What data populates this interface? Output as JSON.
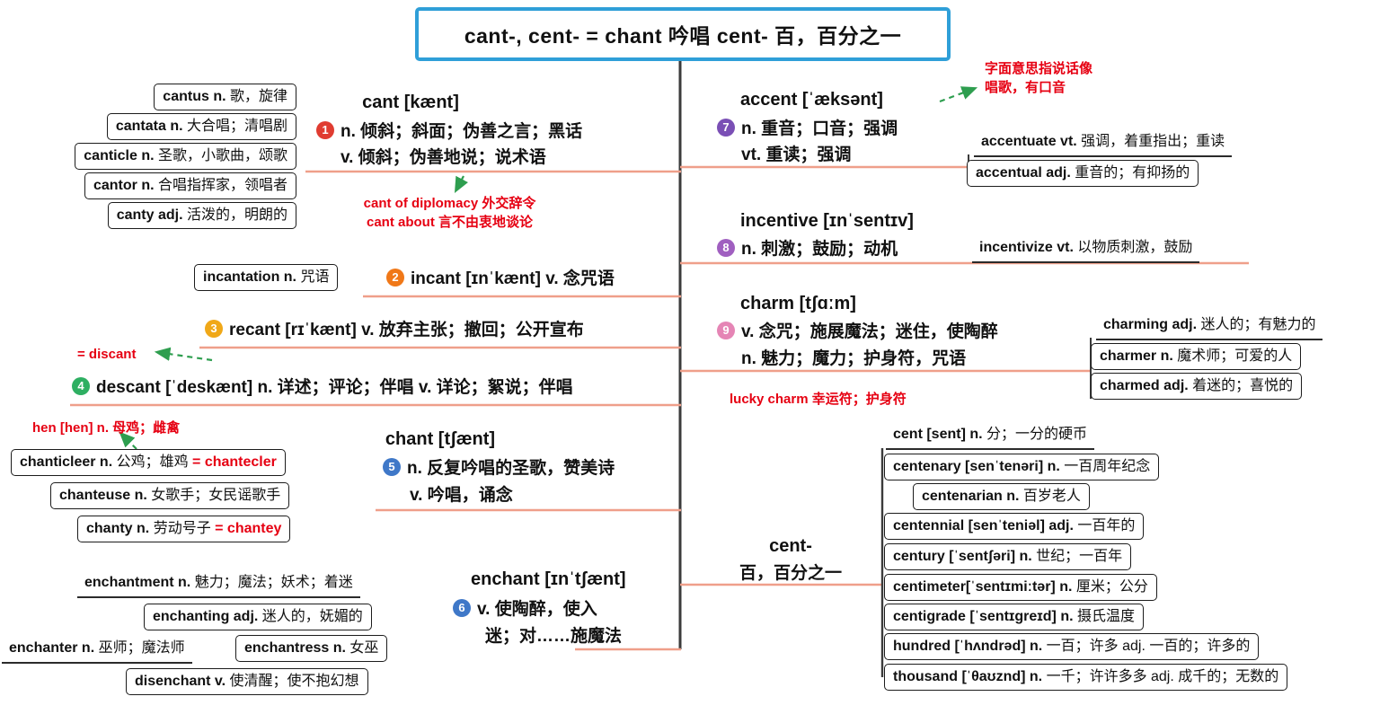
{
  "title": "cant-, cent- = chant 吟唱   cent-  百，百分之一",
  "colors": {
    "title_border": "#2f9fd8",
    "red_note": "#e60012",
    "green_arrow": "#2e9e4f",
    "salmon_branch": "#ef9f8a",
    "trunk": "#3b3b3b",
    "num1": "#e03c31",
    "num2": "#f07818",
    "num3": "#f0a818",
    "num4": "#2eaf62",
    "num5": "#3f78c8",
    "num6": "#3f78c8",
    "num7": "#7a4fb5",
    "num8": "#a05fc0",
    "num9": "#e585b5"
  },
  "cant_family": {
    "items": [
      {
        "w": "cantus n. ",
        "t": "歌，旋律"
      },
      {
        "w": "cantata n. ",
        "t": "大合唱；清唱剧"
      },
      {
        "w": "canticle n. ",
        "t": "圣歌，小歌曲，颂歌"
      },
      {
        "w": "cantor n. ",
        "t": "合唱指挥家，领唱者"
      },
      {
        "w": "canty adj. ",
        "t": "活泼的，明朗的"
      }
    ]
  },
  "cant": {
    "head": "cant [kænt]",
    "num": "1",
    "line1": "n. 倾斜；斜面；伪善之言；黑话",
    "line2": "v. 倾斜；伪善地说；说术语"
  },
  "cant_note": {
    "line1": "cant of diplomacy 外交辞令",
    "line2": "cant about 言不由衷地谈论"
  },
  "incantation": {
    "w": "incantation n. ",
    "t": "咒语"
  },
  "incant": {
    "num": "2",
    "w": "incant [ɪnˈkænt] ",
    "t": "v. 念咒语"
  },
  "recant": {
    "num": "3",
    "w": "recant [rɪˈkænt] ",
    "t": "v. 放弃主张；撤回；公开宣布"
  },
  "discant_note": "= discant",
  "descant": {
    "num": "4",
    "w": "descant [ˈdeskænt] ",
    "t": "n. 详述；评论；伴唱 v. 详论；絮说；伴唱"
  },
  "hen_note": "hen [hen] n. 母鸡；雌禽",
  "chanticleer": {
    "w": "chanticleer n. ",
    "t": "公鸡；雄鸡 ",
    "r": "= chantecler"
  },
  "chant": {
    "head": "chant [tʃænt]",
    "num": "5",
    "line1": "n. 反复吟唱的圣歌，赞美诗",
    "line2": "v. 吟唱，诵念"
  },
  "chanteuse": {
    "w": "chanteuse n. ",
    "t": "女歌手；女民谣歌手"
  },
  "chanty": {
    "w": "chanty n. ",
    "t": "劳动号子 ",
    "r": "= chantey"
  },
  "enchant_family": {
    "enchantment": {
      "w": "enchantment n. ",
      "t": "魅力；魔法；妖术；着迷"
    },
    "enchanting": {
      "w": "enchanting adj. ",
      "t": "迷人的，妩媚的"
    },
    "enchanter": {
      "w": "enchanter n. ",
      "t": "巫师；魔法师"
    },
    "enchantress": {
      "w": "enchantress n. ",
      "t": "女巫"
    },
    "disenchant": {
      "w": "disenchant v. ",
      "t": "使清醒；使不抱幻想"
    }
  },
  "enchant": {
    "head": "enchant [ɪnˈtʃænt]",
    "num": "6",
    "line1": "v. 使陶醉，使入",
    "line2": "迷；对……施魔法"
  },
  "accent": {
    "head": "accent [ˈæksənt]",
    "num": "7",
    "line1": "n. 重音；口音；强调",
    "line2": "vt. 重读；强调"
  },
  "accent_note": {
    "line1": "字面意思指说话像",
    "line2": "唱歌，有口音"
  },
  "accentuate": {
    "w": "accentuate vt. ",
    "t": "强调，着重指出；重读"
  },
  "accentual": {
    "w": "accentual adj. ",
    "t": "重音的；有抑扬的"
  },
  "incentive": {
    "head": "incentive [ɪnˈsentɪv]",
    "num": "8",
    "line1": "n. 刺激；鼓励；动机"
  },
  "incentivize": {
    "w": "incentivize vt. ",
    "t": "以物质刺激，鼓励"
  },
  "charm": {
    "head": "charm [tʃɑːm]",
    "num": "9",
    "line1": "v. 念咒；施展魔法；迷住，使陶醉",
    "line2": "n. 魅力；魔力；护身符，咒语"
  },
  "charm_note": "lucky charm 幸运符；护身符",
  "charming": {
    "w": "charming adj. ",
    "t": "迷人的；有魅力的"
  },
  "charmer": {
    "w": "charmer n. ",
    "t": "魔术师；可爱的人"
  },
  "charmed": {
    "w": "charmed adj. ",
    "t": "着迷的；喜悦的"
  },
  "cent": {
    "head": "cent-",
    "sub": "百，百分之一"
  },
  "cent_family": {
    "items": [
      {
        "w": "cent [sent] n. ",
        "t": "分；一分的硬币"
      },
      {
        "w": "centenary [senˈtenəri] n. ",
        "t": "一百周年纪念"
      },
      {
        "w": "centenarian n. ",
        "t": "百岁老人"
      },
      {
        "w": "centennial [senˈteniəl] adj. ",
        "t": "一百年的"
      },
      {
        "w": "century [ˈsentʃəri] n. ",
        "t": "世纪；一百年"
      },
      {
        "w": "centimeter[ˈsentɪmiːtər] n. ",
        "t": "厘米；公分"
      },
      {
        "w": "centigrade [ˈsentɪgreɪd] n. ",
        "t": "摄氏温度"
      },
      {
        "w": "hundred [ˈhʌndrəd] n. ",
        "t": "一百；许多 adj. 一百的；许多的"
      },
      {
        "w": "thousand [ˈθaʊznd] n. ",
        "t": "一千；许许多多 adj. 成千的；无数的"
      }
    ]
  }
}
